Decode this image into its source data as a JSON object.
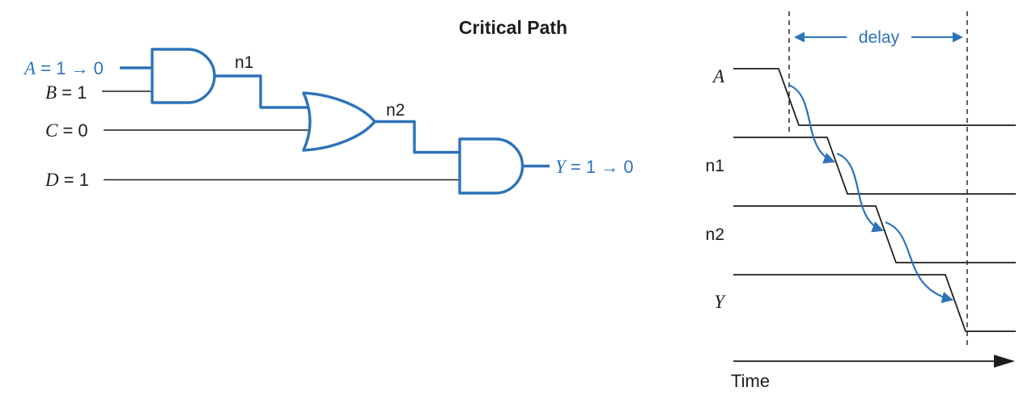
{
  "title": "Critical Path",
  "colors": {
    "blue": "#2d73b8",
    "ink": "#1d1d1b"
  },
  "circuit": {
    "inputs": [
      {
        "var": "A",
        "rest": " = 1 → 0"
      },
      {
        "var": "B",
        "rest": " = 1"
      },
      {
        "var": "C",
        "rest": " = 0"
      },
      {
        "var": "D",
        "rest": " = 1"
      }
    ],
    "net1_label": "n1",
    "net2_label": "n2",
    "output": {
      "var": "Y",
      "rest": " = 1 → 0"
    }
  },
  "timing": {
    "signal_labels": [
      "A",
      "n1",
      "n2",
      "Y"
    ],
    "delay_label": "delay",
    "time_label": "Time"
  }
}
